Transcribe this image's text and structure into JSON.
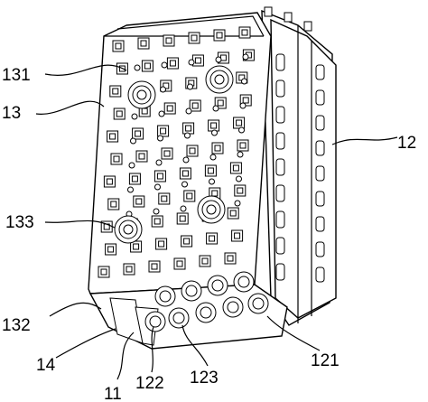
{
  "figure": {
    "labels": {
      "l131": "131",
      "l13": "13",
      "l12": "12",
      "l133": "133",
      "l132": "132",
      "l14": "14",
      "l11": "11",
      "l122": "122",
      "l123": "123",
      "l121": "121"
    }
  }
}
